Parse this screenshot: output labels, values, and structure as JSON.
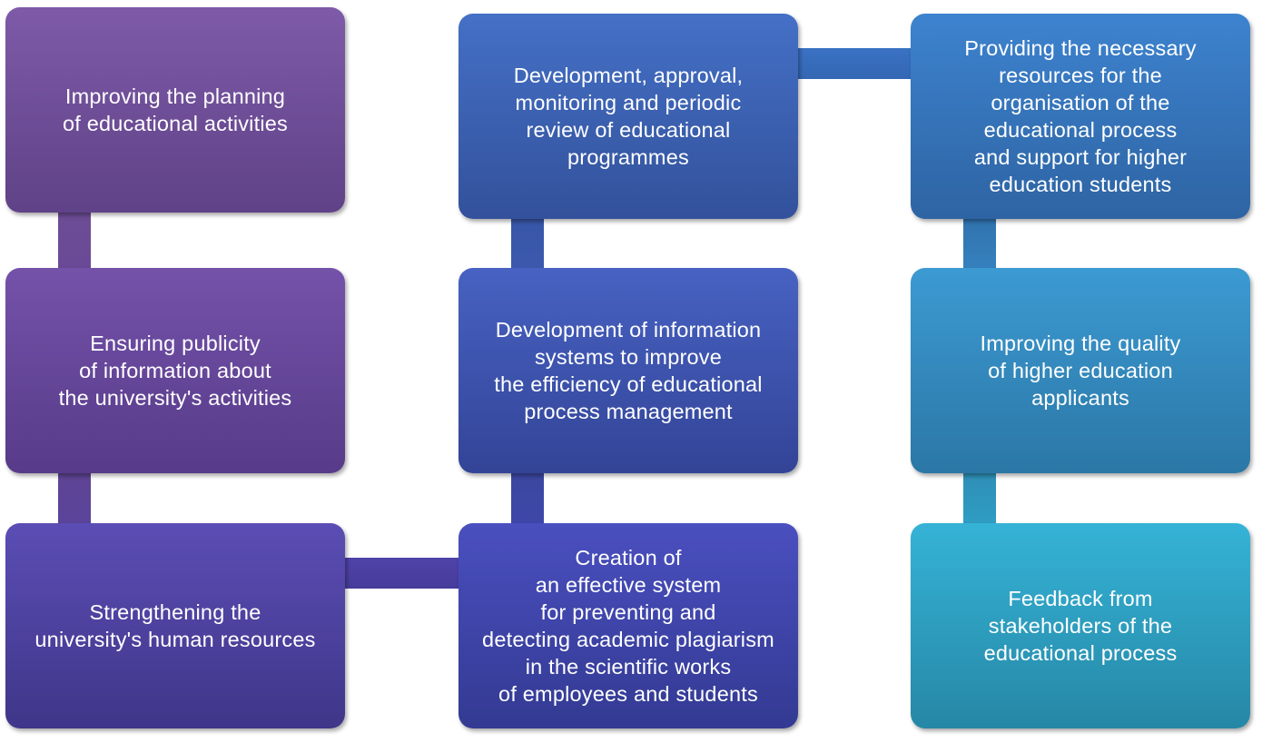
{
  "diagram": {
    "boxes": [
      {
        "id": "box-1",
        "text": "Improving the planning\nof educational activities"
      },
      {
        "id": "box-2",
        "text": "Ensuring publicity\nof information about\nthe university's activities"
      },
      {
        "id": "box-3",
        "text": "Strengthening the\nuniversity's human resources"
      },
      {
        "id": "box-4",
        "text": "Development, approval,\nmonitoring and periodic\nreview of educational\nprogrammes"
      },
      {
        "id": "box-5",
        "text": "Development of information\nsystems to improve\nthe efficiency of educational\nprocess management"
      },
      {
        "id": "box-6",
        "text": "Creation of\nan effective system\nfor preventing and\ndetecting academic plagiarism\nin the scientific works\nof employees and students"
      },
      {
        "id": "box-7",
        "text": "Providing the necessary\nresources for the\norganisation of the\neducational process\nand support for higher\neducation students"
      },
      {
        "id": "box-8",
        "text": "Improving the quality\nof higher education\napplicants"
      },
      {
        "id": "box-9",
        "text": "Feedback from\nstakeholders of the\neducational process"
      }
    ],
    "connections": [
      [
        "box-1",
        "box-2"
      ],
      [
        "box-2",
        "box-3"
      ],
      [
        "box-3",
        "box-6"
      ],
      [
        "box-6",
        "box-5"
      ],
      [
        "box-5",
        "box-4"
      ],
      [
        "box-4",
        "box-7"
      ],
      [
        "box-7",
        "box-8"
      ],
      [
        "box-8",
        "box-9"
      ]
    ]
  }
}
